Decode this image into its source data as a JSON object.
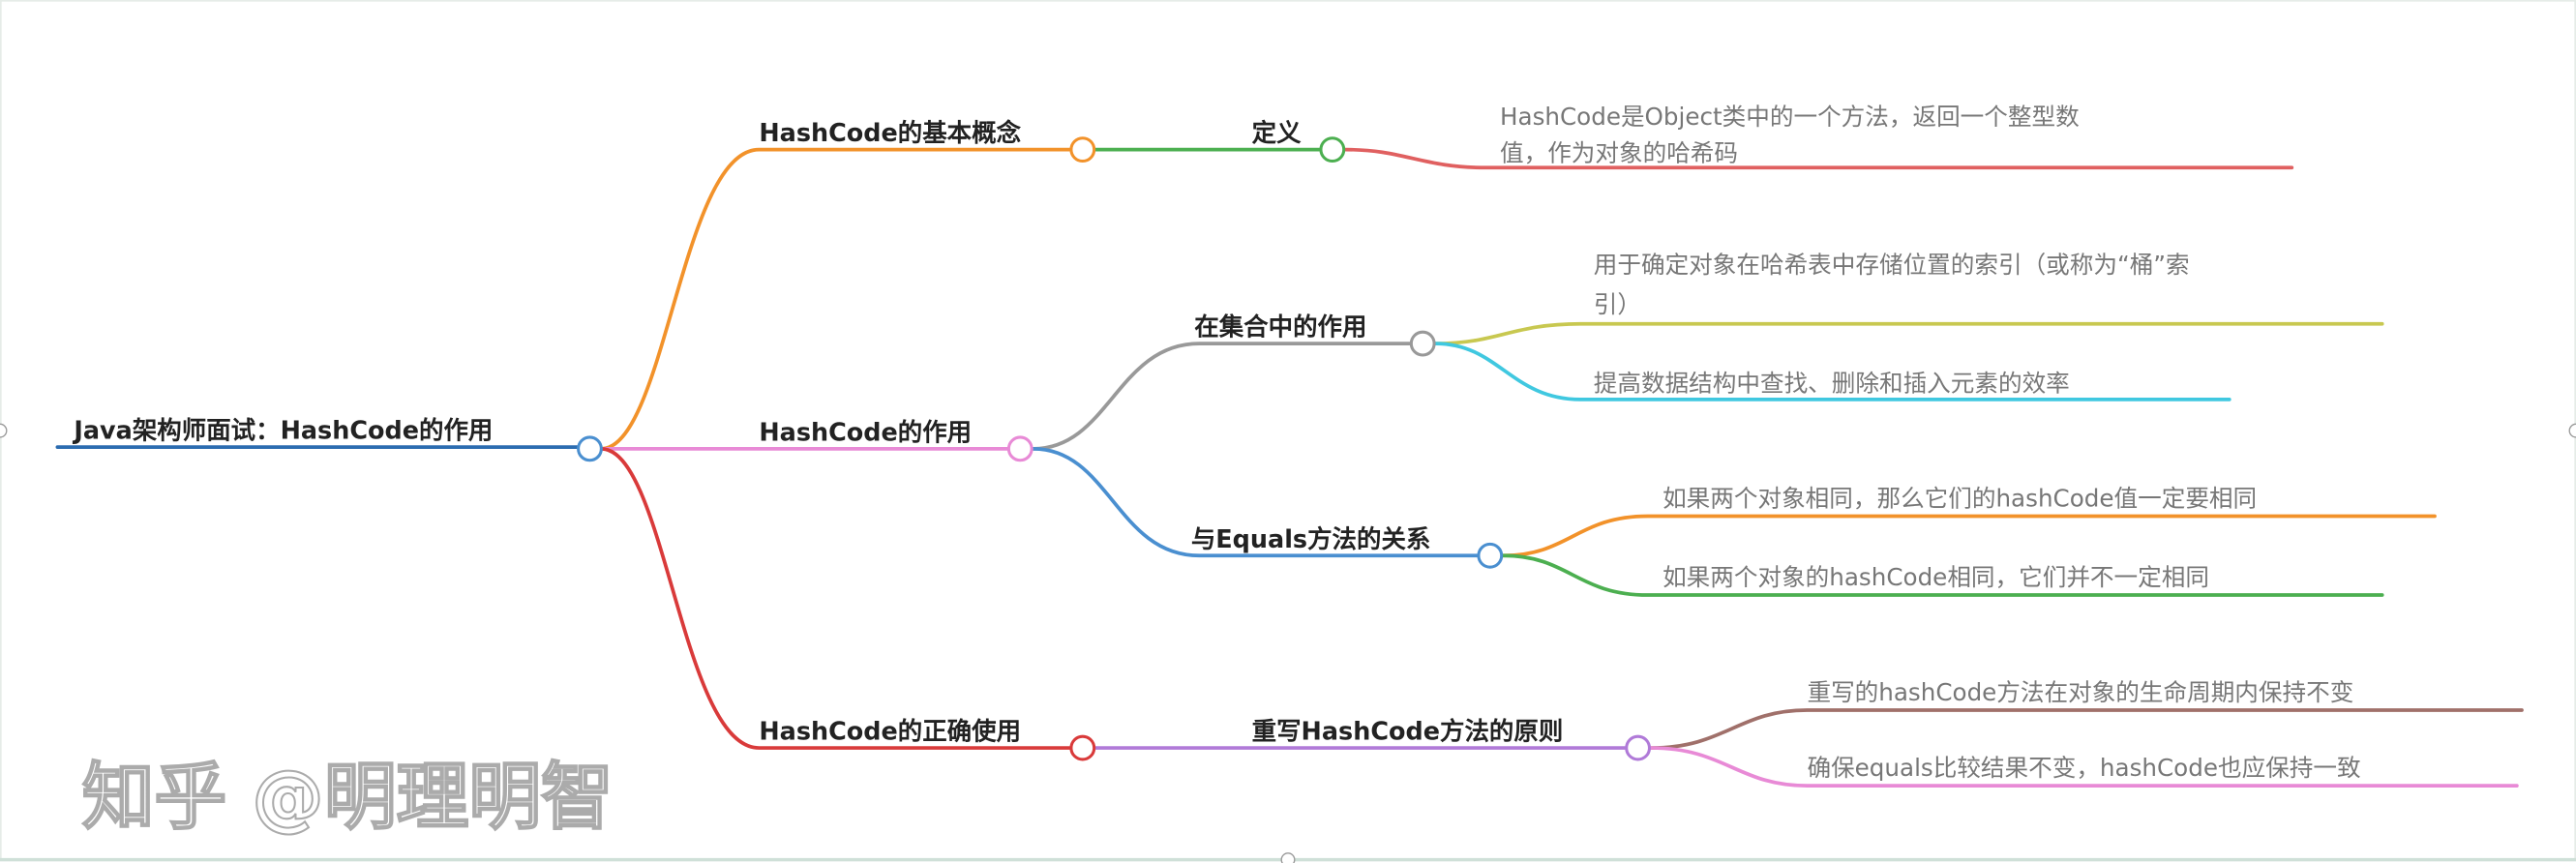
{
  "root": {
    "label": "Java架构师面试：HashCode的作用",
    "color": "#2b6cb0"
  },
  "branches": [
    {
      "label": "HashCode的基本概念",
      "color": "#f2922a",
      "children": [
        {
          "label": "定义",
          "color": "#4caf50",
          "leaves": [
            {
              "lines": [
                "HashCode是Object类中的一个方法，返回一个整型数",
                "值，作为对象的哈希码"
              ],
              "color": "#e06060"
            }
          ]
        }
      ]
    },
    {
      "label": "HashCode的作用",
      "color": "#e88ad6",
      "children": [
        {
          "label": "在集合中的作用",
          "color": "#999999",
          "leaves": [
            {
              "lines": [
                "用于确定对象在哈希表中存储位置的索引（或称为“桶”索",
                "引）"
              ],
              "color": "#c8c850"
            },
            {
              "lines": [
                "提高数据结构中查找、删除和插入元素的效率"
              ],
              "color": "#40c8e0"
            }
          ]
        },
        {
          "label": "与Equals方法的关系",
          "color": "#4a8fd0",
          "leaves": [
            {
              "lines": [
                "如果两个对象相同，那么它们的hashCode值一定要相同"
              ],
              "color": "#f2922a"
            },
            {
              "lines": [
                "如果两个对象的hashCode相同，它们并不一定相同"
              ],
              "color": "#4caf50"
            }
          ]
        }
      ]
    },
    {
      "label": "HashCode的正确使用",
      "color": "#d93a3a",
      "children": [
        {
          "label": "重写HashCode方法的原则",
          "color": "#b07ad8",
          "leaves": [
            {
              "lines": [
                "重写的hashCode方法在对象的生命周期内保持不变"
              ],
              "color": "#a0706a"
            },
            {
              "lines": [
                "确保equals比较结果不变，hashCode也应保持一致"
              ],
              "color": "#e88ad6"
            }
          ]
        }
      ]
    }
  ],
  "watermark": "知乎 @明理明智"
}
